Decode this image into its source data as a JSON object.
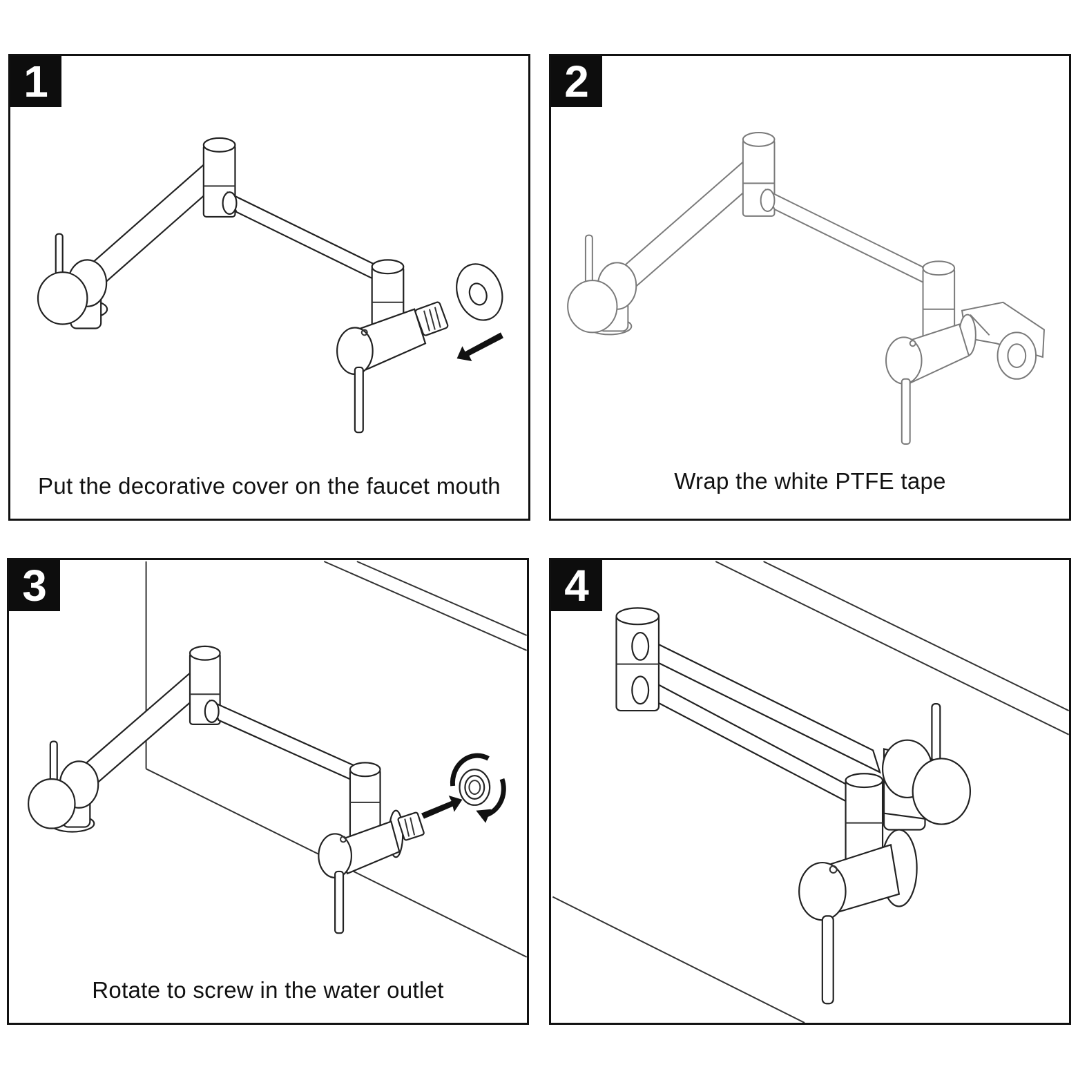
{
  "steps": [
    {
      "number": "1",
      "caption": "Put the decorative cover on the faucet mouth"
    },
    {
      "number": "2",
      "caption": "Wrap the white PTFE tape"
    },
    {
      "number": "3",
      "caption": "Rotate to screw in the water outlet"
    },
    {
      "number": "4",
      "caption": ""
    }
  ]
}
